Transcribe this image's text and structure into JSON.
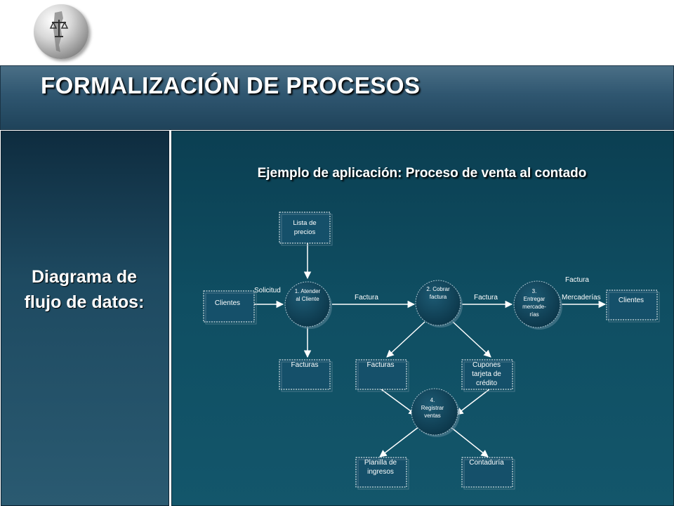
{
  "header": {
    "title": "FORMALIZACIÓN DE PROCESOS"
  },
  "sidebar": {
    "line1": "Diagrama de",
    "line2": "flujo de datos:"
  },
  "diagram": {
    "subtitle": "Ejemplo de aplicación: Proceso de venta al contado",
    "entities": {
      "lista_precios": [
        "Lista de",
        "precios"
      ],
      "clientes_in": [
        "Clientes"
      ],
      "clientes_out": [
        "Clientes"
      ],
      "facturas_1": [
        "Facturas"
      ],
      "facturas_2": [
        "Facturas"
      ],
      "cupones": [
        "Cupones",
        "tarjeta de",
        "crédito"
      ],
      "planilla": [
        "Planilla de",
        "ingresos"
      ],
      "contaduria": [
        "Contaduría"
      ]
    },
    "processes": {
      "p1": [
        "1. Atender",
        "al Cliente"
      ],
      "p2": [
        "2. Cobrar",
        "factura"
      ],
      "p3": [
        "3.",
        "Entregar",
        "mercade-",
        "rías"
      ],
      "p4": [
        "4.",
        "Registrar",
        "ventas"
      ]
    },
    "flow_labels": {
      "solicitud": "Solicitud",
      "factura_1": "Factura",
      "factura_2": "Factura",
      "factura_3": "Factura",
      "mercaderias": "Mercaderías"
    }
  }
}
